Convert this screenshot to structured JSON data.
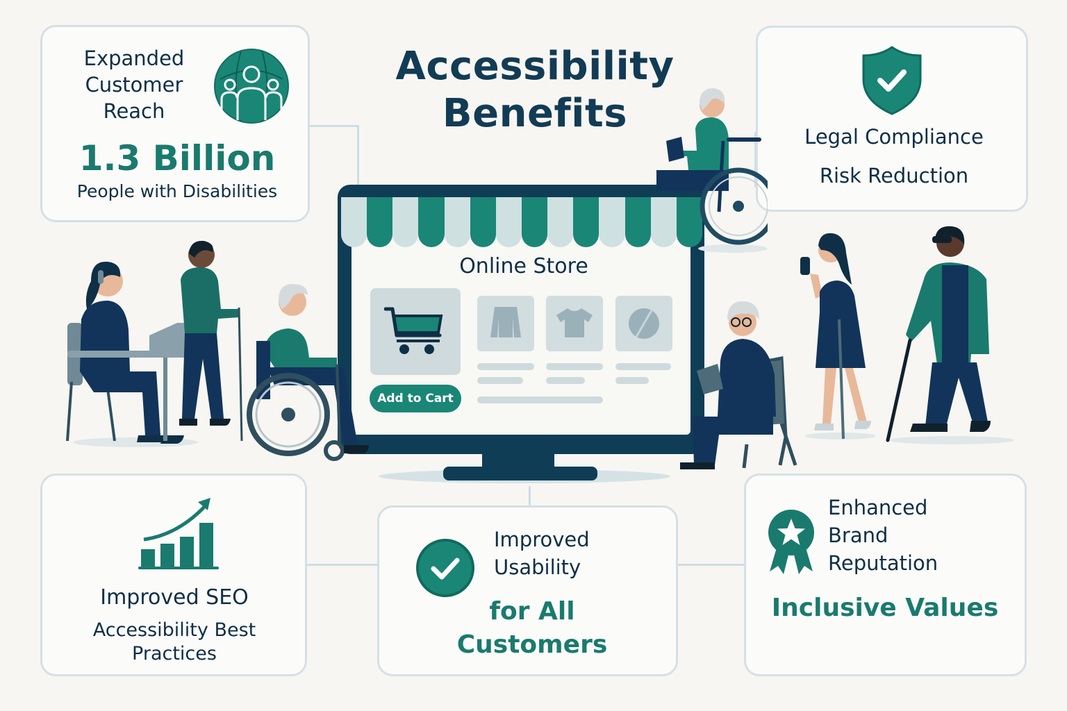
{
  "title": {
    "line1": "Accessibility",
    "line2": "Benefits"
  },
  "colors": {
    "background": "#f7f6f2",
    "navy": "#0f2f46",
    "teal": "#1a7a6e",
    "teal_bright": "#1a8676",
    "card_border": "#d4e0e6",
    "monitor": "#0f3d55"
  },
  "cards": {
    "reach": {
      "heading_lines": [
        "Expanded",
        "Customer",
        "Reach"
      ],
      "stat": "1.3 Billion",
      "caption": "People with Disabilities",
      "icon": "globe-people-icon"
    },
    "legal": {
      "line1": "Legal Compliance",
      "line2": "Risk Reduction",
      "icon": "shield-check-icon"
    },
    "seo": {
      "heading": "Improved SEO",
      "caption_lines": [
        "Accessibility Best",
        "Practices"
      ],
      "icon": "growth-chart-icon"
    },
    "usability": {
      "heading_lines": [
        "Improved",
        "Usability"
      ],
      "highlight_lines": [
        "for All",
        "Customers"
      ],
      "icon": "check-circle-icon"
    },
    "brand": {
      "heading_lines": [
        "Enhanced",
        "Brand",
        "Reputation"
      ],
      "highlight": "Inclusive Values",
      "icon": "award-ribbon-icon"
    }
  },
  "store": {
    "title": "Online Store",
    "add_to_cart": "Add to Cart",
    "products": [
      {
        "icon": "shopping-cart-icon"
      },
      {
        "icon": "sweater-icon"
      },
      {
        "icon": "tshirt-icon"
      },
      {
        "icon": "ball-icon"
      }
    ]
  },
  "illustrations": [
    "woman-with-headset-using-laptop",
    "man-walking-with-cane",
    "elderly-man-in-wheelchair",
    "elderly-man-in-wheelchair-with-tablet",
    "elderly-man-seated-with-tablet",
    "woman-with-crutch-using-phone",
    "blind-man-with-white-cane"
  ]
}
